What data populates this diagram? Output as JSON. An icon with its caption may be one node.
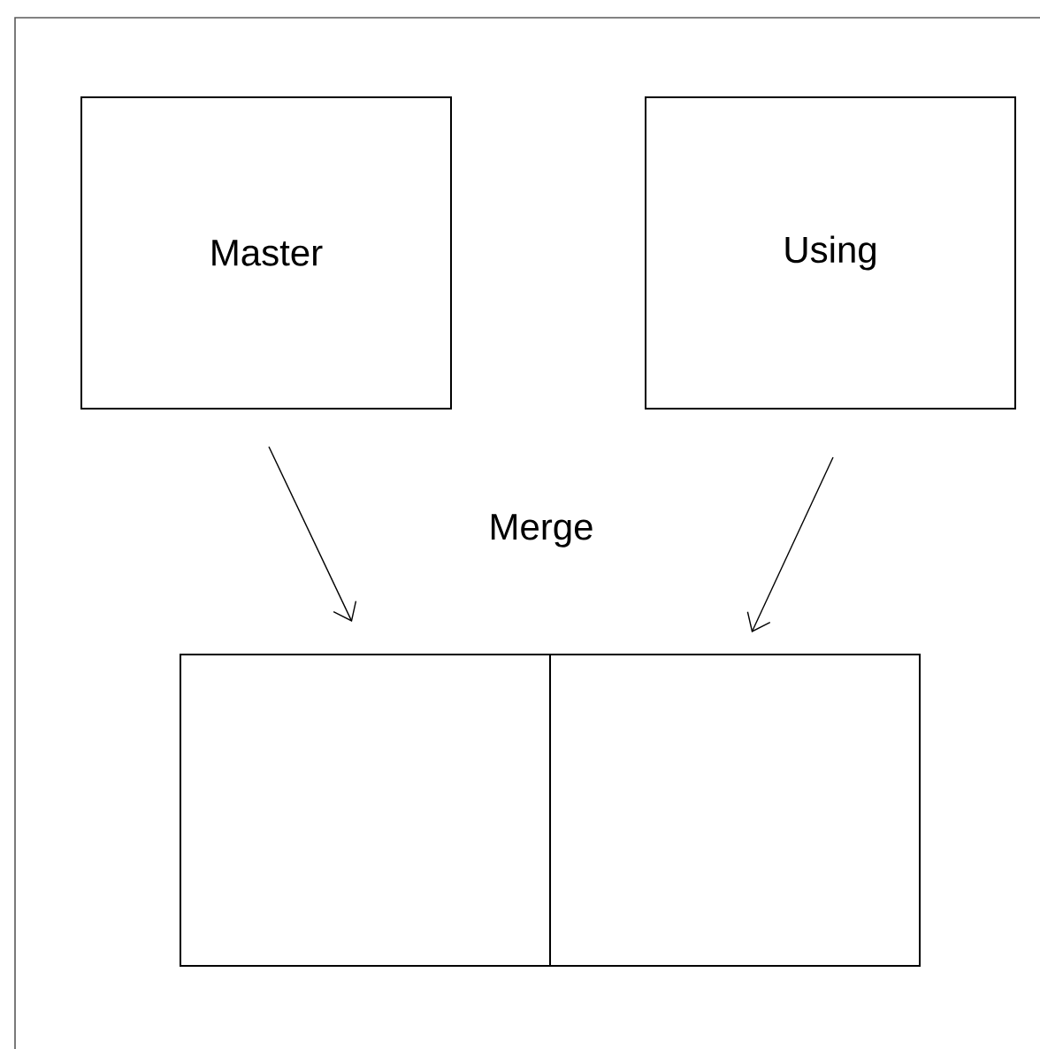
{
  "diagram": {
    "nodes": [
      {
        "text": [
          "Master"
        ]
      },
      {
        "text": [
          "Using"
        ]
      },
      {
        "text": [],
        "shape": "box"
      },
      {
        "text": [],
        "shape": "box"
      }
    ],
    "edges": [
      {
        "from": 0,
        "to": 2,
        "arrow": "to"
      },
      {
        "from": 1,
        "to": 3,
        "arrow": "to"
      }
    ],
    "labels": [
      "Merge"
    ]
  }
}
